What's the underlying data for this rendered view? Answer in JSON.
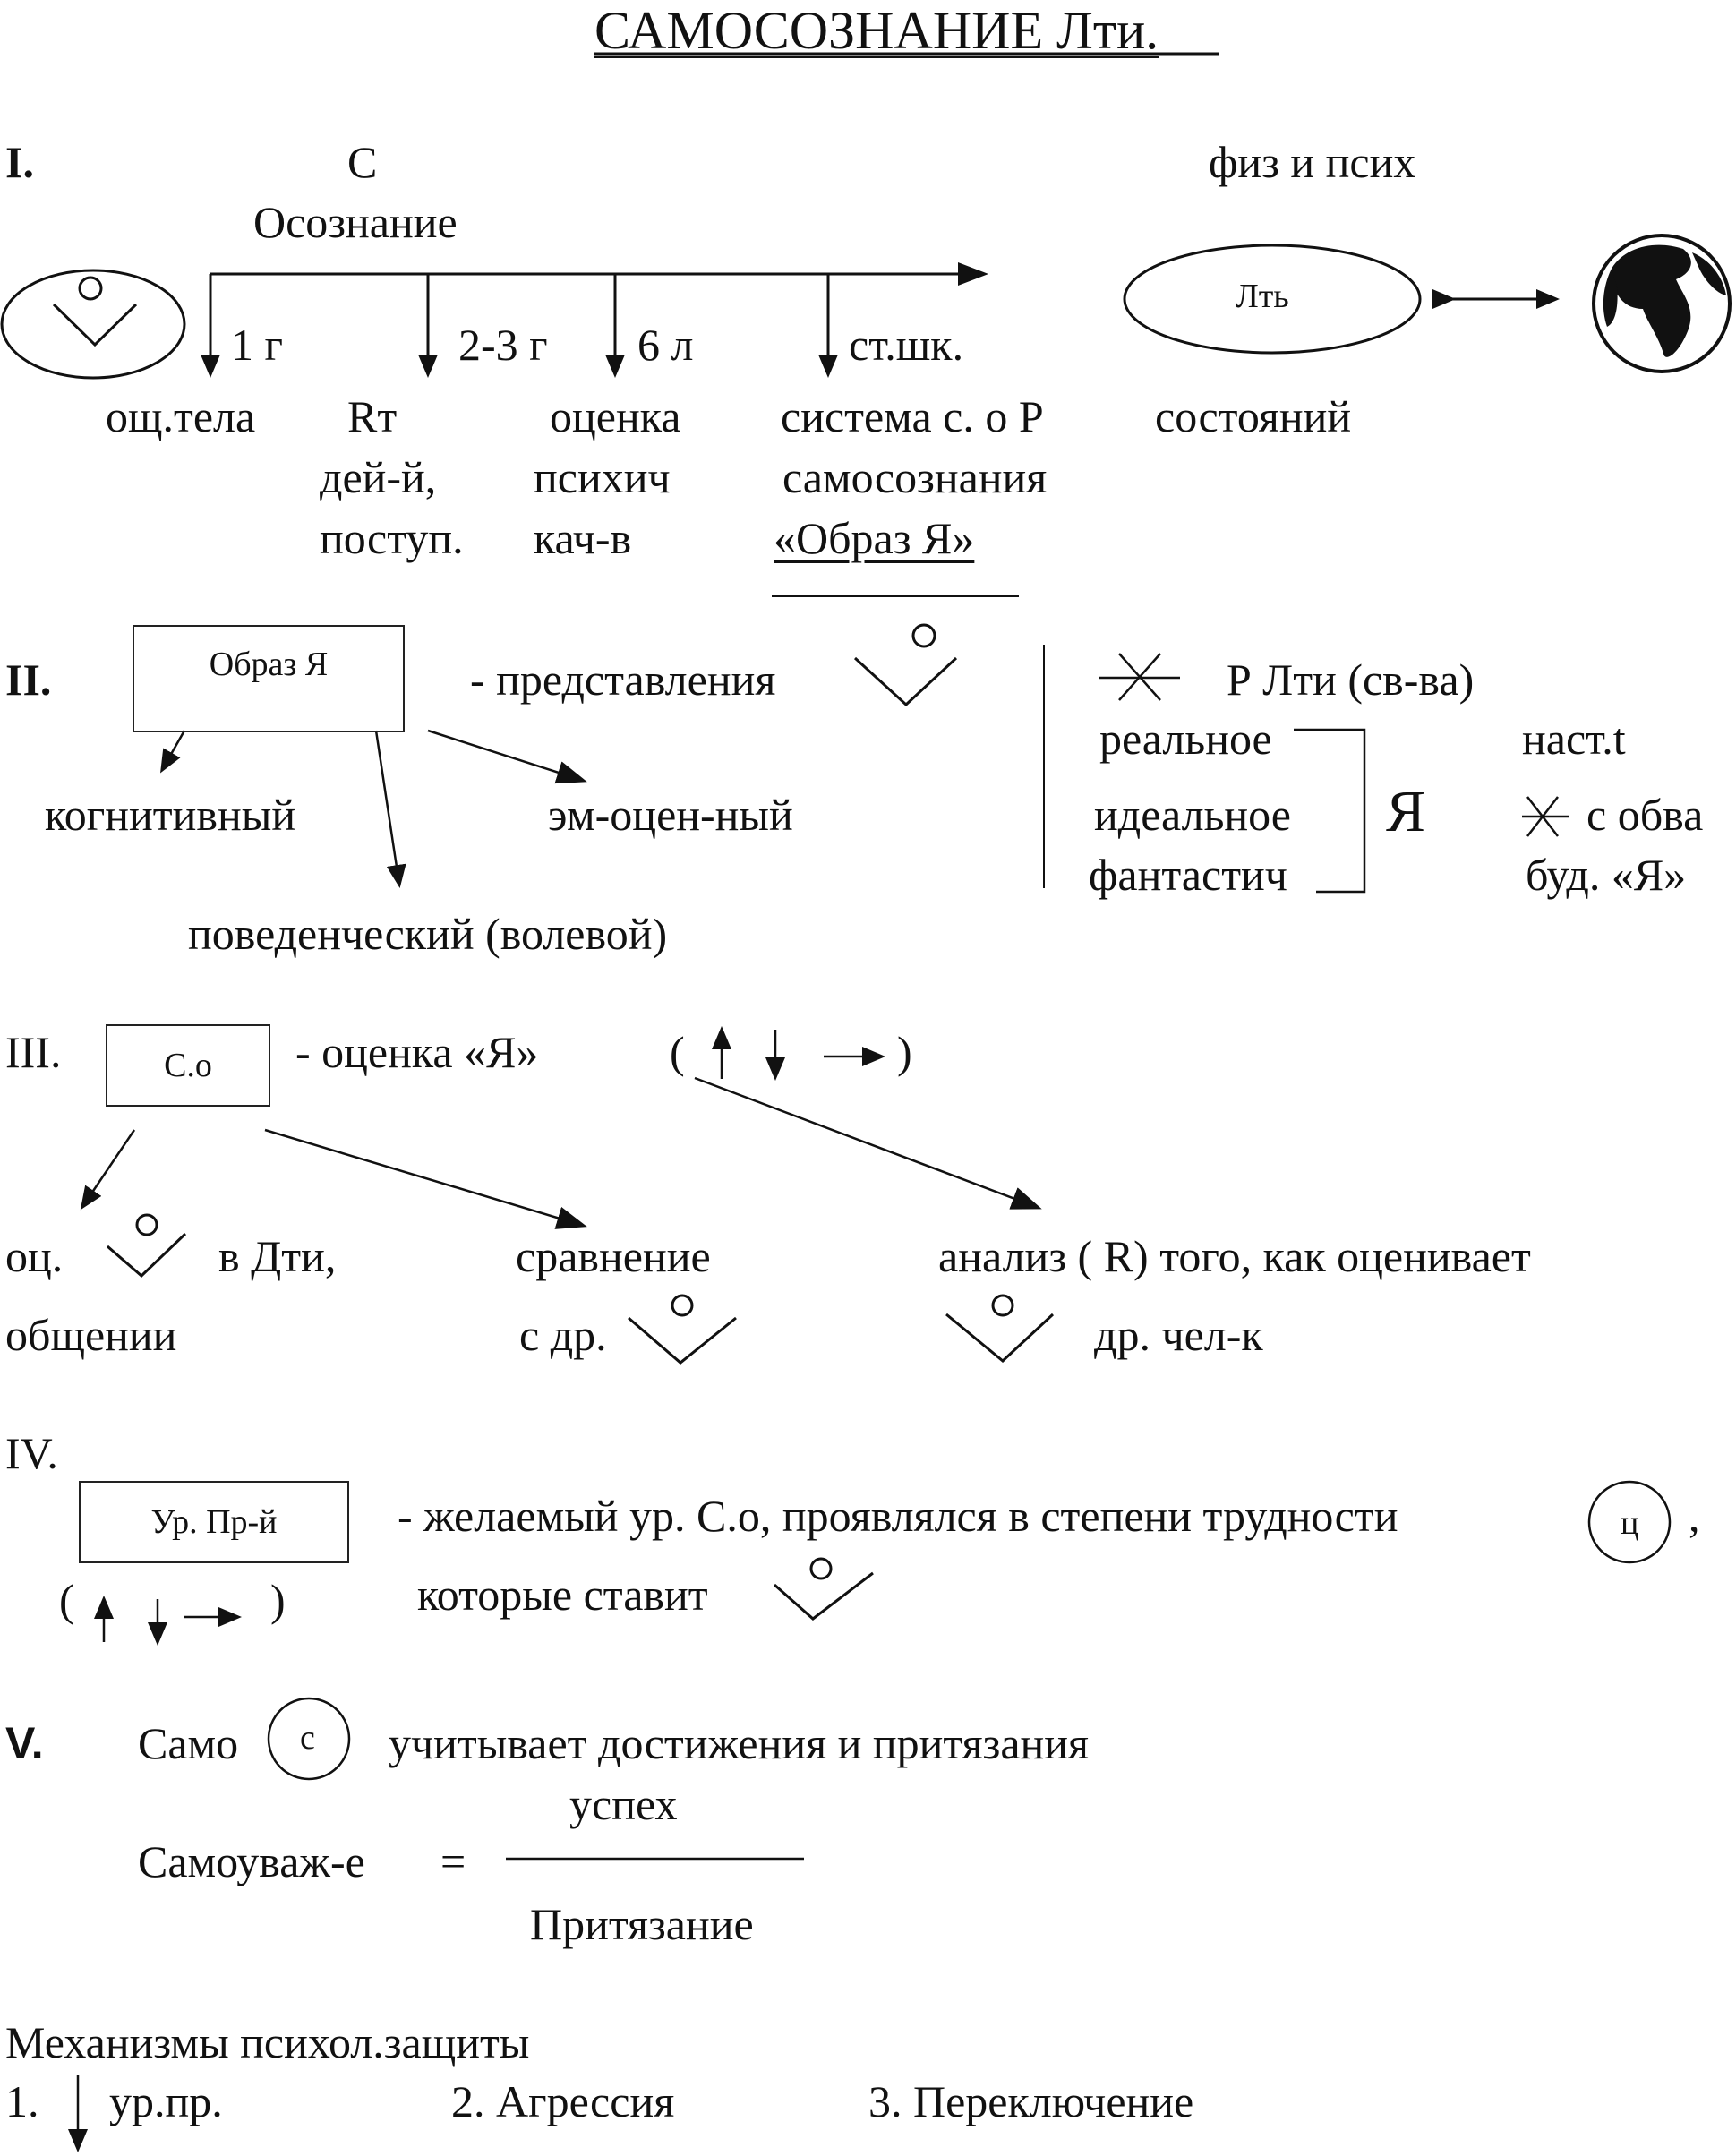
{
  "title": "САМОСОЗНАНИЕ Лти.",
  "section1": {
    "numeral": "I.",
    "c_letter": "С",
    "awareness": "Осознание",
    "physpsych": "физ и псих",
    "ellipse_label": "Лть",
    "ticks": [
      "1 г",
      "2-3 г",
      "6 л",
      "ст.шк."
    ],
    "col1": [
      "ощ.тела"
    ],
    "col2": [
      "Rт",
      "дей-й,",
      "поступ."
    ],
    "col3": [
      "оценка",
      "психич",
      "кач-в"
    ],
    "col4": [
      "система с. о Р",
      "самосознания",
      "«Образ Я»"
    ],
    "col5": "состояний"
  },
  "section2": {
    "numeral": "II.",
    "box_label": "Образ Я",
    "representations": "- представления",
    "cognitive": "когнитивный",
    "emotional": "эм-оцен-ный",
    "behavioral": "поведенческий (волевой)",
    "p_lti": "Р Лти (св-ва)",
    "real": "реальное",
    "ideal": "идеальное",
    "fantastic": "фантастич",
    "ya": "Я",
    "present": "наст.t",
    "with_both": "с обва",
    "future": "буд. «Я»"
  },
  "section3": {
    "numeral": "III.",
    "box_label": "С.о",
    "ya_rating": "- оценка «Я»",
    "paren_open": "(",
    "paren_close": ")",
    "oc": "оц.",
    "in_activity": "в Дти,",
    "communication": "общении",
    "comparison": "сравнение",
    "with_others": "с др.",
    "analysis": "анализ ( R) того, как оценивает",
    "other_person": "др. чел-к"
  },
  "section4": {
    "numeral": "IV.",
    "box_label": "Ур. Пр-й",
    "desired": "- желаемый ур. С.о, проявлялся в степени трудности",
    "circle_letter": "ц",
    "comma": ",",
    "which_sets": "которые ставит",
    "paren_open": "(",
    "paren_close": ")"
  },
  "section5": {
    "numeral": "V.",
    "samo": "Само",
    "circle_letter": "с",
    "considers": "учитывает достижения и притязания",
    "self_respect": "Самоуваж-е",
    "equals": "=",
    "numerator": "успех",
    "denominator": "Притязание"
  },
  "mechanisms": {
    "heading": "Механизмы психол.защиты",
    "item1_num": "1.",
    "item1_text": "ур.пр.",
    "item2": "2. Агрессия",
    "item3": "3. Переключение"
  }
}
